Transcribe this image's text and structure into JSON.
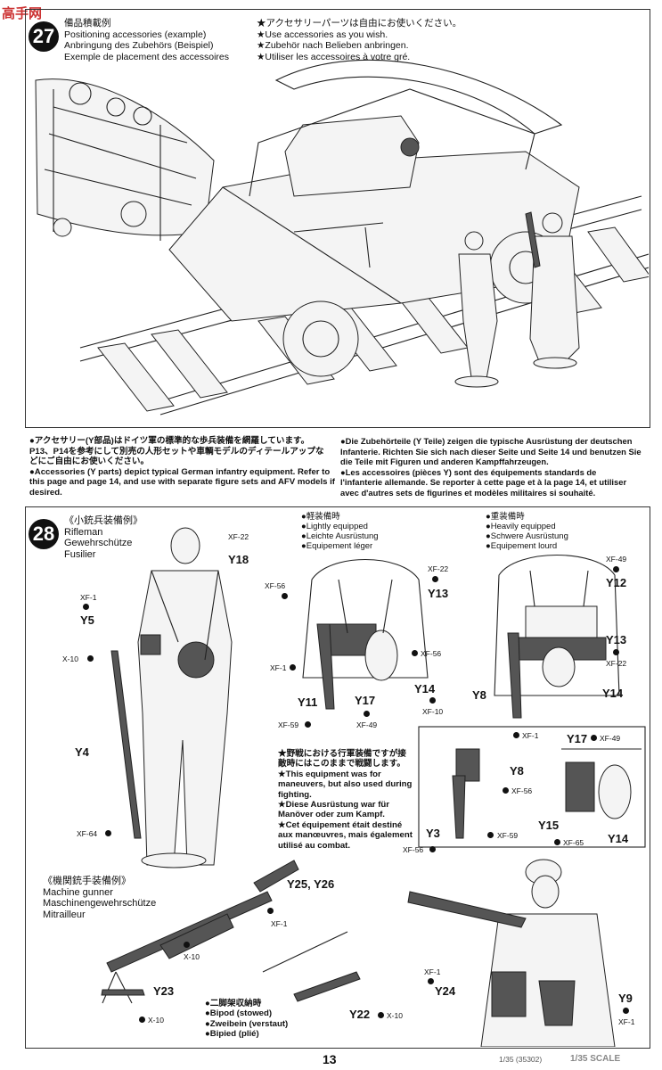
{
  "watermark_top": "高手网",
  "watermark_bottom": "1/35 SCALE",
  "step27": {
    "number": "27",
    "title_jp": "備品積載例",
    "title_en": "Positioning accessories (example)",
    "title_de": "Anbringung des Zubehörs (Beispiel)",
    "title_fr": "Exemple de placement des accessoires",
    "notes": [
      "★アクセサリーパーツは自由にお使いください。",
      "★Use accessories as you wish.",
      "★Zubehör nach Belieben anbringen.",
      "★Utiliser les accessoires à votre gré."
    ]
  },
  "info_left": [
    "●アクセサリー(Y部品)はドイツ軍の標準的な歩兵装備を網羅しています。",
    "P13、P14を参考にして別売の人形セットや車輌モデルのディテールアップな",
    "どにご自由にお使いください。",
    "●Accessories (Y parts) depict typical German infantry equipment. Refer to",
    "this page and page 14, and use with separate figure sets and AFV models if",
    "desired."
  ],
  "info_right": [
    "●Die Zubehörteile (Y Teile) zeigen die typische Ausrüstung der deutschen",
    "Infanterie. Richten Sie sich nach dieser Seite und Seite 14 und benutzen Sie",
    "die Teile mit Figuren und anderen Kampffahrzeugen.",
    "●Les accessoires (pièces Y) sont des équipements standards de",
    "l'infanterie allemande. Se reporter à cette page et à la page 14, et utiliser",
    "avec d'autres sets de figurines et modèles militaires si souhaité."
  ],
  "step28": {
    "number": "28",
    "rifleman": [
      "《小銃兵装備例》",
      "Rifleman",
      "Gewehrschütze",
      "Fusilier"
    ],
    "light": [
      "●軽装備時",
      "●Lightly equipped",
      "●Leichte Ausrüstung",
      "●Equipement léger"
    ],
    "heavy": [
      "●重装備時",
      "●Heavily equipped",
      "●Schwere Ausrüstung",
      "●Equipement lourd"
    ],
    "field_note": [
      "★野戦における行軍装備ですが接",
      "敵時にはこのままで戦闘します。",
      "★This equipment was for",
      "maneuvers, but also used during",
      "fighting.",
      "★Diese Ausrüstung war für",
      "Manöver oder zum Kampf.",
      "★Cet équipement était destiné",
      "aux manœuvres, mais également",
      "utilisé au combat."
    ],
    "mg": [
      "《機関銃手装備例》",
      "Machine gunner",
      "Maschinengewehrschütze",
      "Mitrailleur"
    ],
    "bipod": [
      "●二脚架収納時",
      "●Bipod (stowed)",
      "●Zweibein (verstaut)",
      "●Bipied (plié)"
    ]
  },
  "parts": {
    "r_y18": "Y18",
    "r_y18_xf": "XF-22",
    "r_y5": "Y5",
    "r_y5_xf": "XF-1",
    "r_x10": "X-10",
    "r_y4": "Y4",
    "r_y4_xf": "XF-64",
    "l_y13": "Y13",
    "l_y13_xf": "XF-22",
    "l_xf56a": "XF-56",
    "l_xf56b": "XF-56",
    "l_xf1": "XF-1",
    "l_y11": "Y11",
    "l_y11_xf": "XF-59",
    "l_y17": "Y17",
    "l_y17_xf": "XF-49",
    "l_y14": "Y14",
    "l_y14_xf": "XF-10",
    "h_y12": "Y12",
    "h_y12_xf": "XF-49",
    "h_y13": "Y13",
    "h_y13_xf": "XF-22",
    "h_y8": "Y8",
    "h_y14": "Y14",
    "d_xf1": "XF-1",
    "d_y8": "Y8",
    "d_xf56": "XF-56",
    "d_y3": "Y3",
    "d_xf59": "XF-59",
    "d_xf56b": "XF-56",
    "d_y17": "Y17",
    "d_y17_xf": "XF-49",
    "d_y15": "Y15",
    "d_xf65": "XF-65",
    "d_y14": "Y14",
    "m_y2526": "Y25, Y26",
    "m_xf1": "XF-1",
    "m_x10": "X-10",
    "m_y23": "Y23",
    "m_x10b": "X-10",
    "m_y22": "Y22",
    "m_x10c": "X-10",
    "g_xf1": "XF-1",
    "g_y24": "Y24",
    "g_y9": "Y9",
    "g_y9_xf": "XF-1"
  },
  "page_number": "13",
  "footer_id": "1/35 (35302)"
}
